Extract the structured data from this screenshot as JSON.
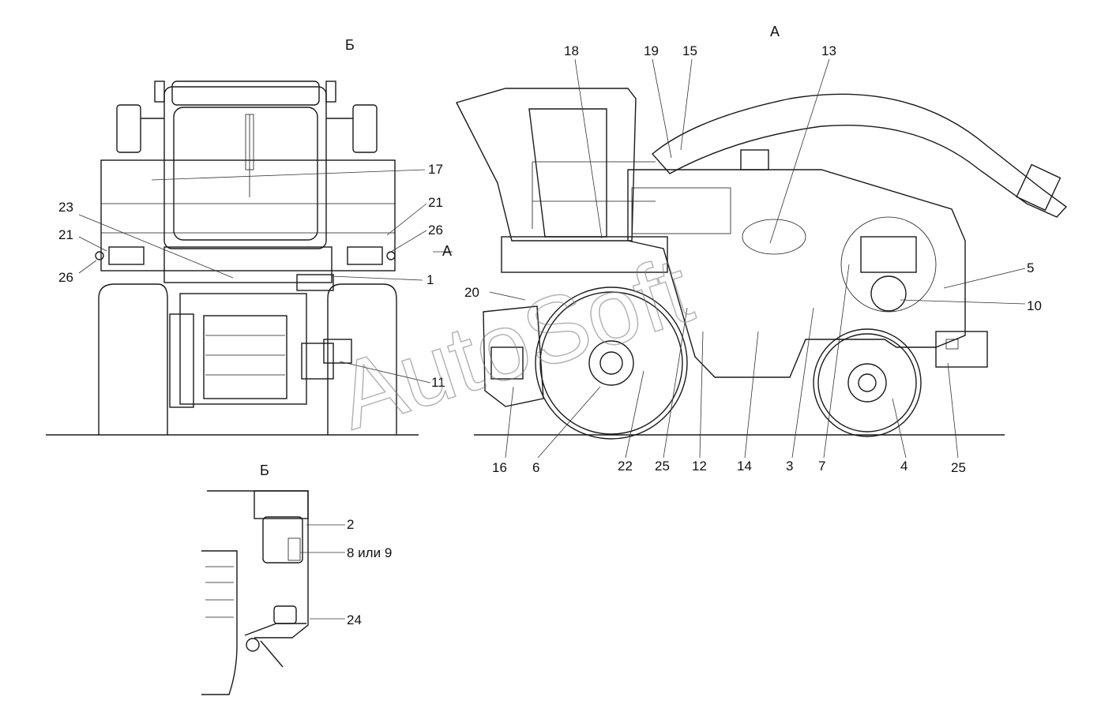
{
  "views": {
    "rear_title": "Б",
    "side_title": "А",
    "detail_title": "Б",
    "arrow_a": "А"
  },
  "callouts": {
    "c1": "1",
    "c2": "2",
    "c3": "3",
    "c4": "4",
    "c5": "5",
    "c6": "6",
    "c7": "7",
    "c8or9": "8 или 9",
    "c10": "10",
    "c11": "11",
    "c12": "12",
    "c13": "13",
    "c14": "14",
    "c15": "15",
    "c16": "16",
    "c17": "17",
    "c18": "18",
    "c19": "19",
    "c20": "20",
    "c21a": "21",
    "c21b": "21",
    "c22": "22",
    "c23": "23",
    "c24": "24",
    "c25a": "25",
    "c25b": "25",
    "c26a": "26",
    "c26b": "26"
  },
  "watermark": "AutoSoft"
}
